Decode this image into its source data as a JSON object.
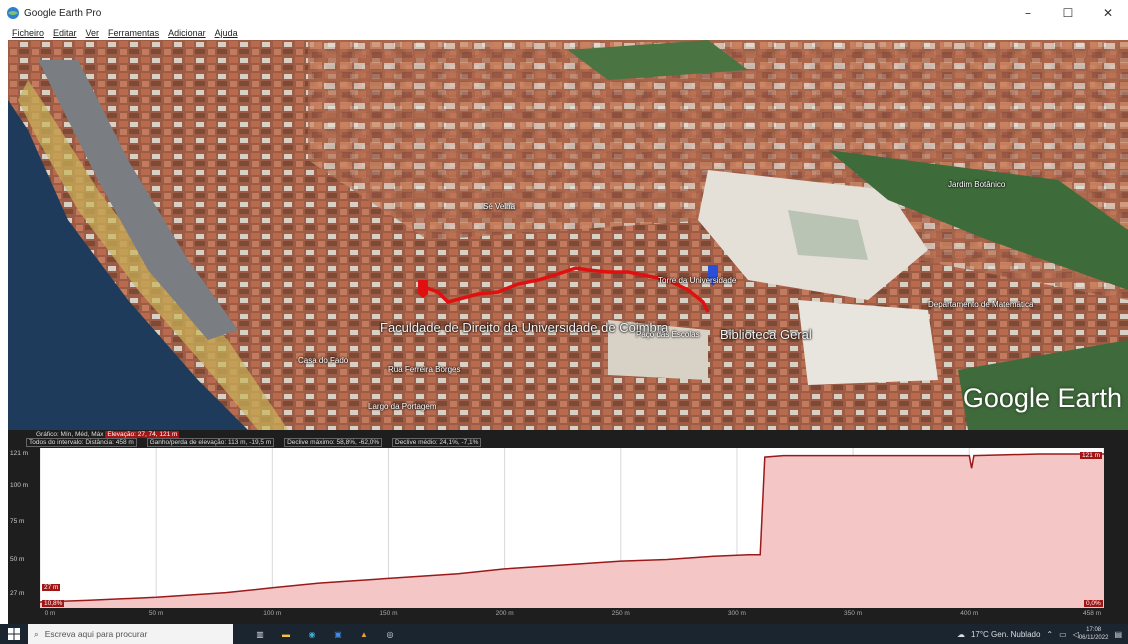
{
  "window": {
    "title": "Google Earth Pro",
    "controls": [
      "–",
      "☐",
      "✕"
    ]
  },
  "menu": [
    "Ficheiro",
    "Editar",
    "Ver",
    "Ferramentas",
    "Adicionar",
    "Ajuda"
  ],
  "map": {
    "watermark": "Google Earth",
    "labels": {
      "faculdade": "Faculdade de Direito da Universidade de Coimbra",
      "biblioteca": "Biblioteca Geral",
      "paco": "Paço das Escolas",
      "jardim": "Jardim Botânico",
      "largo": "Largo da Portagem",
      "casa": "Casa do Fado",
      "torre": "Torre da Universidade",
      "rua": "Rua Ferreira Borges",
      "se": "Sé Velha",
      "dep": "Departamento de Matemática"
    }
  },
  "profile": {
    "summary_line1_prefix": "Gráfico: Mín, Méd, Máx",
    "summary_line1_highlight": "Elevação: 27, 74, 121 m",
    "summary_line2": [
      "Todos do intervalo: Distância: 458 m",
      "Ganho/perda de elevação: 113 m, -19,5 m",
      "Declive máximo: 58,8%, -62,0%",
      "Declive médio: 24,1%, -7,1%"
    ],
    "y_ticks": [
      "121 m",
      "100 m",
      "75 m",
      "50 m",
      "27 m"
    ],
    "x_ticks": [
      "0 m",
      "50 m",
      "100 m",
      "150 m",
      "200 m",
      "250 m",
      "300 m",
      "350 m",
      "400 m",
      "458 m"
    ],
    "tags": {
      "start_elev": "27 m",
      "start_slope": "10,8%",
      "end_elev": "121 m",
      "end_slope": "0,0%"
    }
  },
  "chart_data": {
    "type": "area",
    "title": "",
    "xlabel": "",
    "ylabel": "",
    "xlim": [
      0,
      458
    ],
    "ylim": [
      27,
      121
    ],
    "x": [
      0,
      20,
      50,
      80,
      100,
      120,
      150,
      180,
      200,
      230,
      250,
      270,
      290,
      305,
      310,
      312,
      320,
      340,
      360,
      400,
      401,
      402,
      430,
      458
    ],
    "series": [
      {
        "values": [
          27,
          28,
          30,
          33,
          36,
          39,
          42,
          45,
          48,
          51,
          53,
          54,
          56,
          57,
          57,
          119,
          120,
          120,
          120,
          120,
          112,
          120,
          121,
          121
        ]
      }
    ],
    "grid": true,
    "fill_color": "#f5c6c6",
    "line_color": "#9a1a1a"
  },
  "taskbar": {
    "search_placeholder": "Escreva aqui para procurar",
    "weather": "17°C Gen. Nublado",
    "time": "17:08",
    "date": "06/11/2022"
  }
}
